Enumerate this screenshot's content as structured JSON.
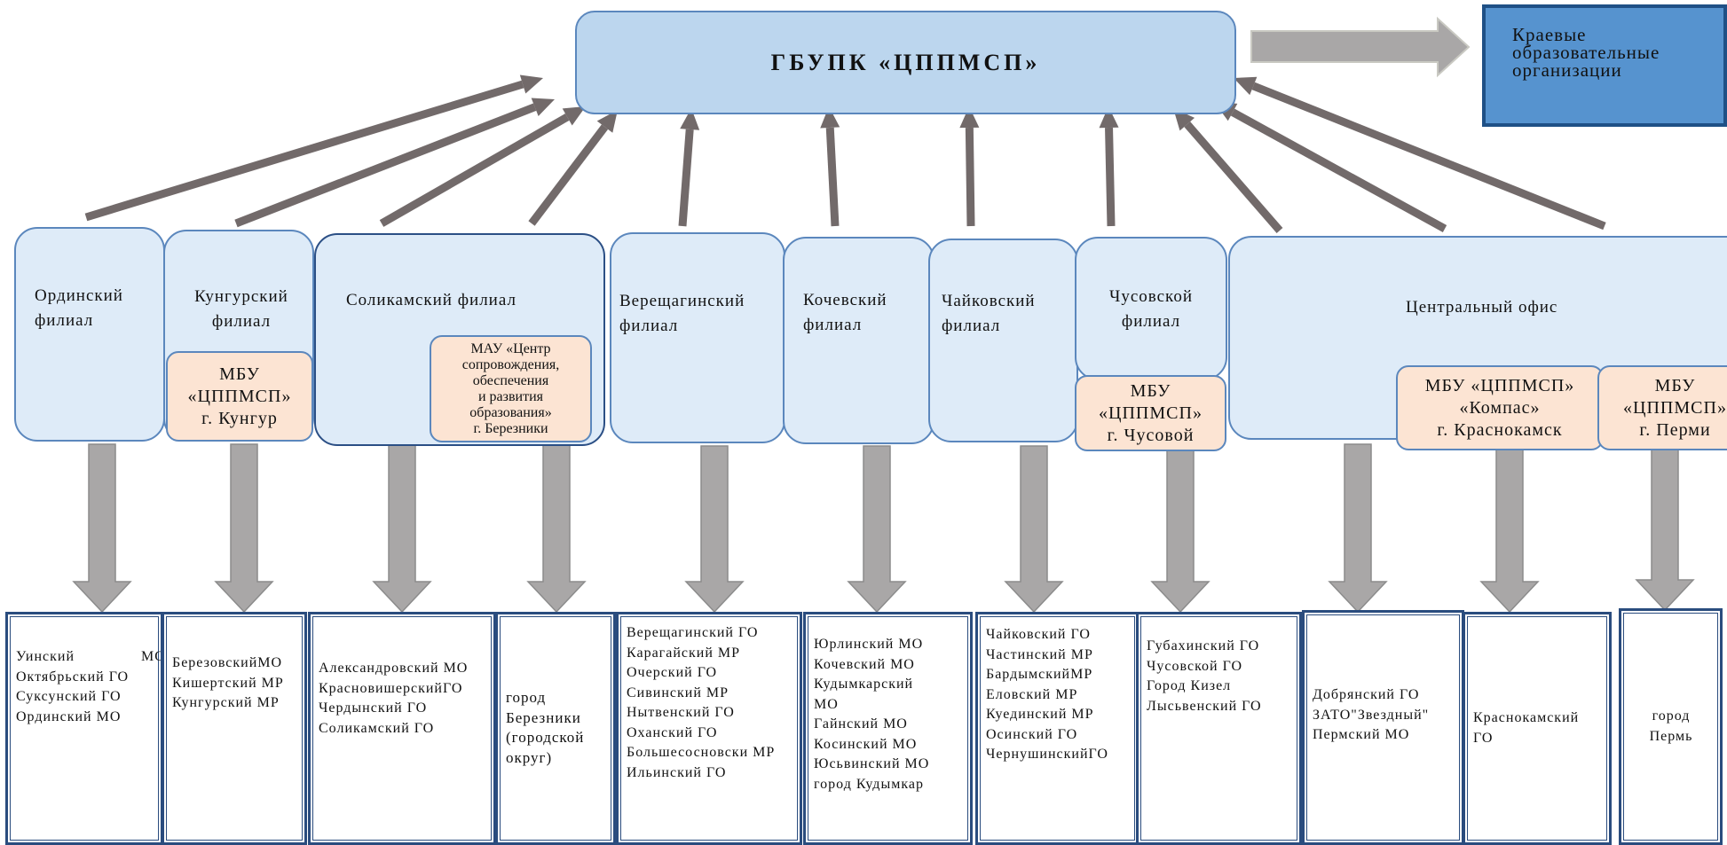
{
  "top_org": {
    "title": "ГБУПК «ЦППМСП»"
  },
  "regional": {
    "lines": [
      "Краевые",
      "образовательные",
      "организации"
    ]
  },
  "branches": [
    {
      "lines": [
        "Ординский",
        "филиал"
      ]
    },
    {
      "lines": [
        "Кунгурский",
        "филиал"
      ]
    },
    {
      "lines": [
        "Соликамский филиал"
      ]
    },
    {
      "lines": [
        "Верещагинский",
        "филиал"
      ]
    },
    {
      "lines": [
        "Кочевский",
        "филиал"
      ]
    },
    {
      "lines": [
        "Чайковский",
        "филиал"
      ]
    },
    {
      "lines": [
        "Чусовской",
        "филиал"
      ]
    },
    {
      "lines": [
        "Центральный офис"
      ]
    }
  ],
  "subs": [
    {
      "lines": [
        "МБУ",
        "«ЦППМСП»",
        "г. Кунгур"
      ]
    },
    {
      "lines": [
        "МАУ «Центр",
        "сопровождения,",
        "обеспечения",
        "и развития",
        "образования»",
        "г. Березники"
      ]
    },
    {
      "lines": [
        "МБУ",
        "«ЦППМСП»",
        "г. Чусовой"
      ]
    },
    {
      "lines": [
        "МБУ «ЦППМСП»",
        "«Компас»",
        "г. Краснокамск"
      ]
    },
    {
      "lines": [
        "МБУ",
        "«ЦППМСП»",
        "г. Перми"
      ]
    }
  ],
  "municipalities": [
    {
      "lines": [
        "Уинский МО",
        "Октябрьский ГО",
        "Суксунский ГО",
        "Ординский МО"
      ]
    },
    {
      "lines": [
        "БерезовскийМО",
        "Кишертский МР",
        "Кунгурский МР"
      ]
    },
    {
      "lines": [
        "Александровский МО",
        "КрасновишерскийГО",
        "Чердынский ГО",
        "Соликамский ГО"
      ]
    },
    {
      "lines": [
        "город",
        "Березники",
        "(городской",
        "округ)"
      ]
    },
    {
      "lines": [
        "Верещагинский ГО",
        "Карагайский МР",
        "Очерский ГО",
        "Сивинский МР",
        "Нытвенский ГО",
        "Оханский ГО",
        "Большесосновски МР",
        "Ильинский ГО"
      ]
    },
    {
      "lines": [
        "Юрлинский МО",
        "Кочевский МО",
        "Кудымкарский",
        "МО",
        "Гайнский МО",
        "Косинский МО",
        "Юсьвинский МО",
        "город Кудымкар"
      ]
    },
    {
      "lines": [
        "Чайковский ГО",
        "Частинский МР",
        "БардымскийМР",
        "Еловский МР",
        "Куединский МР",
        "Осинский ГО",
        "ЧернушинскийГО"
      ]
    },
    {
      "lines": [
        "Губахинский ГО",
        "Чусовской ГО",
        "Город Кизел",
        "Лысьвенский ГО"
      ]
    },
    {
      "lines": [
        "Добрянский ГО",
        "ЗАТО\"Звездный\"",
        "Пермский МО"
      ]
    },
    {
      "lines": [
        "Краснокамский",
        "ГО"
      ]
    },
    {
      "lines": [
        "город",
        "Пермь"
      ]
    }
  ],
  "colors": {
    "top_fill": "#bcd6ee",
    "regional_fill": "#5693cf",
    "branch_fill": "#deebf8",
    "sub_fill": "#fce4d3",
    "arrow_dark": "#726a6a",
    "arrow_gray": "#a9a7a7"
  }
}
